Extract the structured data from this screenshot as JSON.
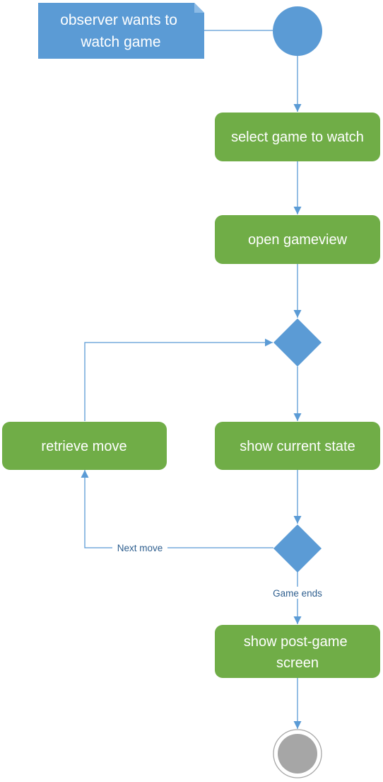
{
  "note": {
    "lines": [
      "observer wants to",
      "watch game"
    ]
  },
  "actions": {
    "select_game": [
      "select game to watch"
    ],
    "open_gameview": [
      "open gameview"
    ],
    "show_current_state": [
      "show current state"
    ],
    "retrieve_move": [
      "retrieve move"
    ],
    "show_post_game": [
      "show post-game",
      "screen"
    ]
  },
  "edge_labels": {
    "next_move": "Next move",
    "game_ends": "Game ends"
  },
  "colors": {
    "action_fill": "#70ad47",
    "node_fill": "#5b9bd5",
    "line": "#5b9bd5",
    "final_fill": "#a6a6a6",
    "label_text": "#2f5f8f"
  }
}
